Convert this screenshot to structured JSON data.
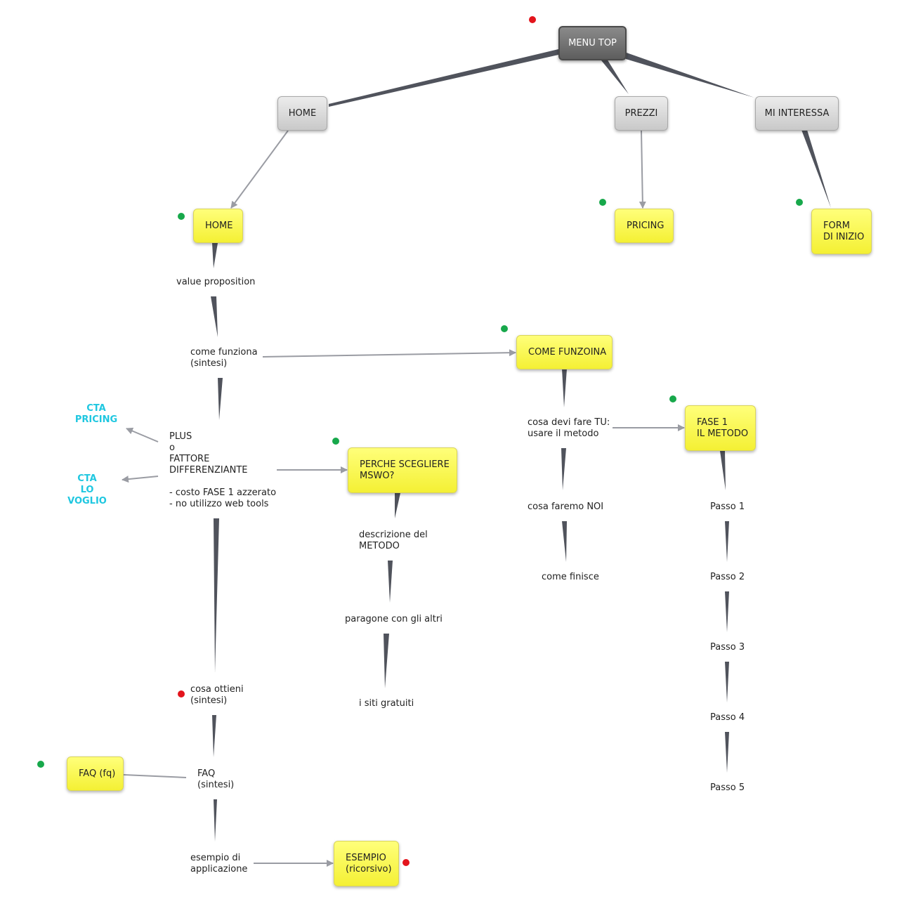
{
  "colors": {
    "status_ok": "#17a84b",
    "status_todo": "#e3141c",
    "cta": "#1fc7e0",
    "note": "#f4f034"
  },
  "nodes": {
    "menu_top": "MENU TOP",
    "home_menu": "HOME",
    "prezzi_menu": "PREZZI",
    "mi_interessa_menu": "MI INTERESSA",
    "home_page": "HOME",
    "pricing_page": "PRICING",
    "form_page": "FORM\nDI INIZIO",
    "value_prop": "value proposition",
    "come_funziona": "come funziona\n(sintesi)",
    "come_funzoina_page": "COME FUNZOINA",
    "cosa_devi_fare": "cosa devi fare TU:\nusare il metodo",
    "fase1_page": "FASE 1\nIL METODO",
    "cosa_faremo": "cosa faremo NOI",
    "come_finisce": "come finisce",
    "passo1": "Passo 1",
    "passo2": "Passo 2",
    "passo3": "Passo 3",
    "passo4": "Passo 4",
    "passo5": "Passo 5",
    "cta_pricing": "CTA\nPRICING",
    "cta_lo_voglio": "CTA\nLO VOGLIO",
    "plus": "PLUS\no\nFATTORE\nDIFFERENZIANTE\n\n- costo FASE 1 azzerato\n- no utilizzo web tools",
    "perche_page": "PERCHE SCEGLIERE\nMSWO?",
    "descrizione": "descrizione del\nMETODO",
    "paragone": "paragone con gli altri",
    "siti_gratuiti": "i siti gratuiti",
    "cosa_ottieni": "cosa ottieni\n(sintesi)",
    "faq_fq_page": "FAQ (fq)",
    "faq_sintesi": "FAQ\n(sintesi)",
    "esempio": "esempio di\napplicazione",
    "esempio_page": "ESEMPIO\n(ricorsivo)"
  }
}
